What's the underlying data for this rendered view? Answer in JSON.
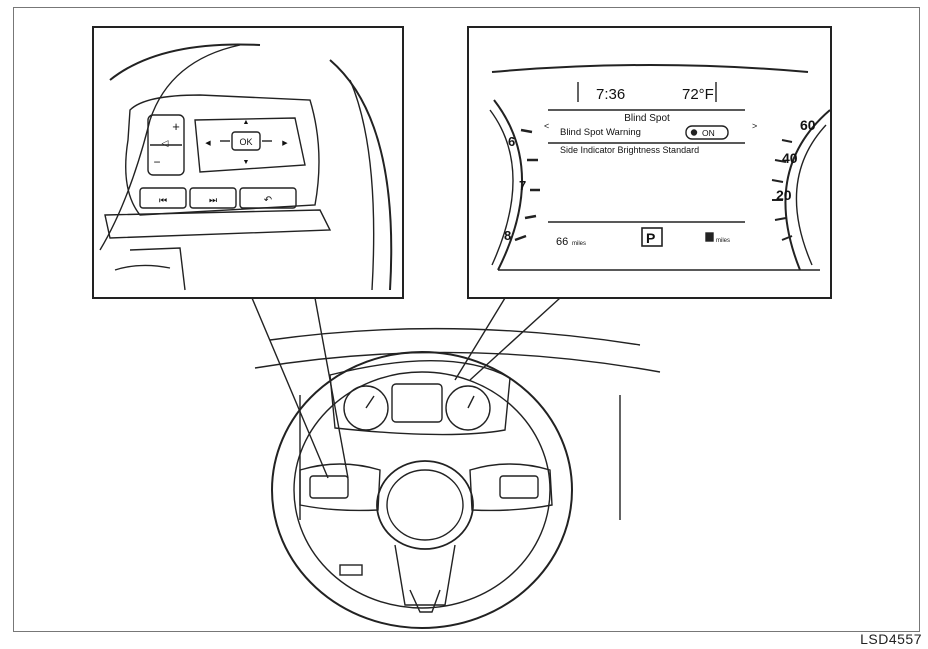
{
  "figure_code": "LSD4557",
  "steering_controls": {
    "plus_symbol": "+",
    "minus_symbol": "−",
    "ok_label": "OK",
    "prev_track_symbol": "⏮",
    "next_track_symbol": "⏭",
    "back_symbol": "↶"
  },
  "cluster": {
    "time": "7:36",
    "temperature": "72°F",
    "menu_title": "Blind Spot",
    "menu_item_1": "Blind Spot Warning",
    "menu_item_1_state": "ON",
    "menu_item_2": "Side Indicator Brightness Standard",
    "tach_labels": [
      "6",
      "7",
      "8"
    ],
    "speed_labels": [
      "60",
      "40",
      "20"
    ],
    "range_value": "66",
    "range_unit": "miles",
    "gear": "P",
    "fuel_unit": "miles"
  }
}
